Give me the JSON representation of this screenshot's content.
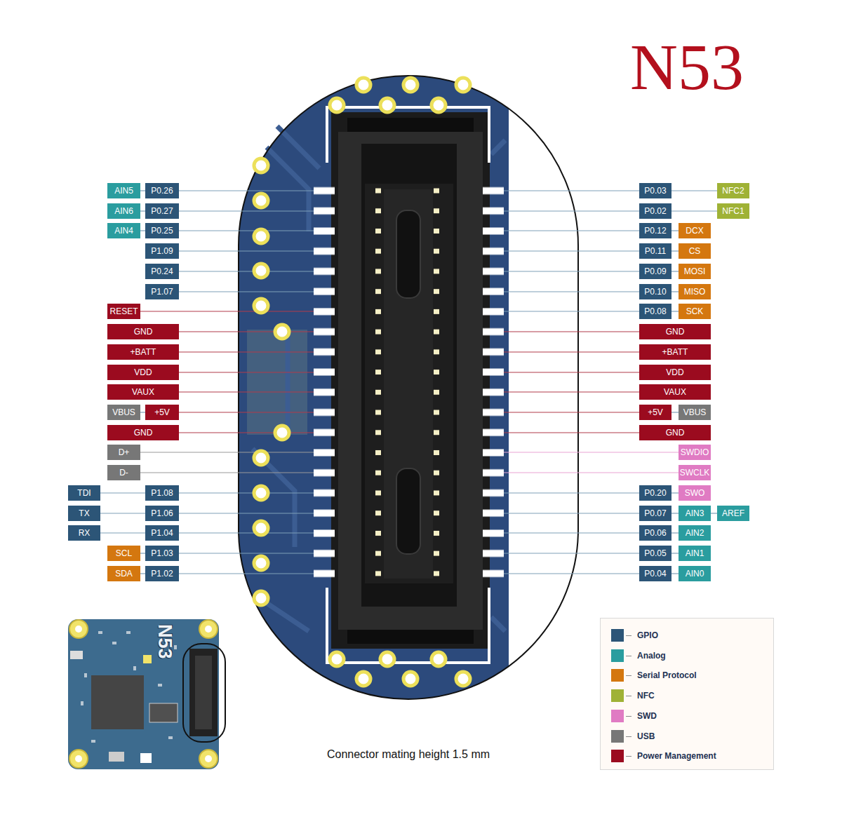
{
  "diagram": {
    "title": "N53",
    "caption": "Connector mating height 1.5 mm",
    "nodes": [
      {
        "text": [
          "AIN5"
        ]
      },
      {
        "text": [
          "P0.26"
        ]
      },
      {
        "text": [
          "P0.03"
        ]
      },
      {
        "text": [
          "NFC2"
        ]
      },
      {
        "text": [
          "AIN6"
        ]
      },
      {
        "text": [
          "P0.27"
        ]
      },
      {
        "text": [
          "P0.02"
        ]
      },
      {
        "text": [
          "NFC1"
        ]
      },
      {
        "text": [
          "AIN4"
        ]
      },
      {
        "text": [
          "P0.25"
        ]
      },
      {
        "text": [
          "P0.12"
        ]
      },
      {
        "text": [
          "DCX"
        ]
      },
      {
        "text": [
          "P1.09"
        ]
      },
      {
        "text": [
          "P0.11"
        ]
      },
      {
        "text": [
          "CS"
        ]
      },
      {
        "text": [
          "P0.24"
        ]
      },
      {
        "text": [
          "P0.09"
        ]
      },
      {
        "text": [
          "MOSI"
        ]
      },
      {
        "text": [
          "P1.07"
        ]
      },
      {
        "text": [
          "P0.10"
        ]
      },
      {
        "text": [
          "MISO"
        ]
      },
      {
        "text": [
          "RESET"
        ]
      },
      {
        "text": [
          "P0.08"
        ]
      },
      {
        "text": [
          "SCK"
        ]
      },
      {
        "text": [
          "GND"
        ]
      },
      {
        "text": [
          "GND"
        ]
      },
      {
        "text": [
          "+BATT"
        ]
      },
      {
        "text": [
          "+BATT"
        ]
      },
      {
        "text": [
          "VDD"
        ]
      },
      {
        "text": [
          "VDD"
        ]
      },
      {
        "text": [
          "VAUX"
        ]
      },
      {
        "text": [
          "VAUX"
        ]
      },
      {
        "text": [
          "VBUS"
        ]
      },
      {
        "text": [
          "+5V"
        ]
      },
      {
        "text": [
          "+5V"
        ]
      },
      {
        "text": [
          "VBUS"
        ]
      },
      {
        "text": [
          "GND"
        ]
      },
      {
        "text": [
          "GND"
        ]
      },
      {
        "text": [
          "D+"
        ]
      },
      {
        "text": [
          "SWDIO"
        ]
      },
      {
        "text": [
          "D-"
        ]
      },
      {
        "text": [
          "SWCLK"
        ]
      },
      {
        "text": [
          "TDI"
        ]
      },
      {
        "text": [
          "P1.08"
        ]
      },
      {
        "text": [
          "P0.20"
        ]
      },
      {
        "text": [
          "SWO"
        ]
      },
      {
        "text": [
          "TX"
        ]
      },
      {
        "text": [
          "P1.06"
        ]
      },
      {
        "text": [
          "P0.07"
        ]
      },
      {
        "text": [
          "AIN3"
        ]
      },
      {
        "text": [
          "AREF"
        ]
      },
      {
        "text": [
          "RX"
        ]
      },
      {
        "text": [
          "P1.04"
        ]
      },
      {
        "text": [
          "P0.06"
        ]
      },
      {
        "text": [
          "AIN2"
        ]
      },
      {
        "text": [
          "SCL"
        ]
      },
      {
        "text": [
          "P1.03"
        ]
      },
      {
        "text": [
          "P0.05"
        ]
      },
      {
        "text": [
          "AIN1"
        ]
      },
      {
        "text": [
          "SDA"
        ]
      },
      {
        "text": [
          "P1.02"
        ]
      },
      {
        "text": [
          "P0.04"
        ]
      },
      {
        "text": [
          "AIN0"
        ]
      }
    ],
    "edges": [
      {
        "from": 0,
        "to": 1,
        "arrow": "none"
      },
      {
        "from": 2,
        "to": 3,
        "arrow": "none"
      },
      {
        "from": 4,
        "to": 5,
        "arrow": "none"
      },
      {
        "from": 6,
        "to": 7,
        "arrow": "none"
      },
      {
        "from": 8,
        "to": 9,
        "arrow": "none"
      },
      {
        "from": 10,
        "to": 11,
        "arrow": "none"
      },
      {
        "from": 13,
        "to": 14,
        "arrow": "none"
      },
      {
        "from": 16,
        "to": 17,
        "arrow": "none"
      },
      {
        "from": 19,
        "to": 20,
        "arrow": "none"
      },
      {
        "from": 22,
        "to": 23,
        "arrow": "none"
      },
      {
        "from": 32,
        "to": 33,
        "arrow": "none"
      },
      {
        "from": 34,
        "to": 35,
        "arrow": "none"
      },
      {
        "from": 42,
        "to": 43,
        "arrow": "none"
      },
      {
        "from": 44,
        "to": 45,
        "arrow": "none"
      },
      {
        "from": 46,
        "to": 47,
        "arrow": "none"
      },
      {
        "from": 48,
        "to": 49,
        "arrow": "none"
      },
      {
        "from": 49,
        "to": 50,
        "arrow": "none"
      },
      {
        "from": 51,
        "to": 52,
        "arrow": "none"
      },
      {
        "from": 53,
        "to": 54,
        "arrow": "none"
      },
      {
        "from": 55,
        "to": 56,
        "arrow": "none"
      },
      {
        "from": 57,
        "to": 58,
        "arrow": "none"
      },
      {
        "from": 59,
        "to": 60,
        "arrow": "none"
      },
      {
        "from": 61,
        "to": 62,
        "arrow": "none"
      }
    ],
    "labels": [
      "N53"
    ],
    "legend": [
      {
        "text": "GPIO",
        "color": "#2c5577"
      },
      {
        "text": "Analog",
        "color": "#2a9d9f"
      },
      {
        "text": "Serial Protocol",
        "color": "#d4770f"
      },
      {
        "text": "NFC",
        "color": "#9fb236"
      },
      {
        "text": "SWD",
        "color": "#e07bc3"
      },
      {
        "text": "USB",
        "color": "#777777"
      },
      {
        "text": "Power Management",
        "color": "#9b0b1f"
      }
    ]
  }
}
